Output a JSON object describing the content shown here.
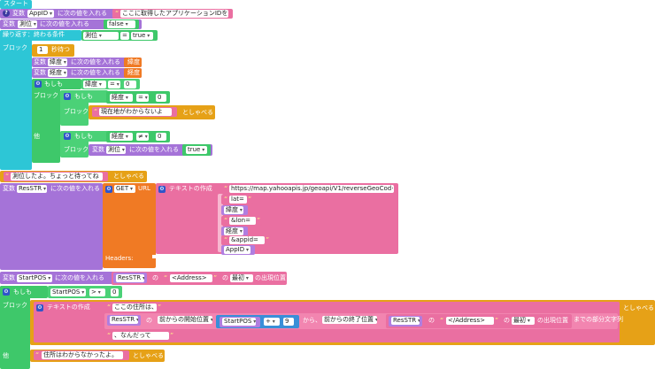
{
  "start": {
    "label": "スタート"
  },
  "setvar1": {
    "var_word": "変数",
    "var_name": "AppID",
    "suffix": "に次の値を入れる",
    "value": "ここに取得したアプリケーションIDを入力"
  },
  "setvar2": {
    "var_word": "変数",
    "var_name": "測位",
    "suffix": "に次の値を入れる",
    "value": "false"
  },
  "loop": {
    "label": "繰り返す：終わる条件",
    "lhs": "測位",
    "op": "=",
    "rhs": "true",
    "body_label": "ブロック"
  },
  "wait": {
    "value": "1",
    "label": "秒待つ"
  },
  "lat_set": {
    "var_word": "変数",
    "var_name": "緯度",
    "suffix": "に次の値を入れる",
    "value": "緯度"
  },
  "lon_set": {
    "var_word": "変数",
    "var_name": "経度",
    "suffix": "に次の値を入れる",
    "value": "経度"
  },
  "if1": {
    "if_label": "もしも",
    "cond_lhs": "緯度",
    "cond_op": "=",
    "cond_rhs": "0",
    "block_label": "ブロック",
    "else_label": "他"
  },
  "if1_inner": {
    "if_label": "もしも",
    "cond_lhs": "経度",
    "cond_op": "=",
    "cond_rhs": "0",
    "block_label": "ブロック",
    "say_text": "現在地がわからないよ",
    "say_suffix": "としゃべる"
  },
  "if1_else": {
    "if_label": "もしも",
    "cond_lhs": "経度",
    "cond_op": "≠",
    "cond_rhs": "0",
    "block_label": "ブロック",
    "var_word": "変数",
    "var_name": "測位",
    "suffix": "に次の値を入れる",
    "value": "true"
  },
  "say_wait": {
    "text": "測位したよ。ちょっと待ってね",
    "suffix": "としゃべる"
  },
  "resstr": {
    "var_word": "変数",
    "var_name": "ResSTR",
    "suffix": "に次の値を入れる",
    "method": "GET",
    "url_label": "URL",
    "text_label": "テキストの作成",
    "parts": [
      "https://map.yahooapis.jp/geoapi/V1/reverseGeoCod···",
      "lat=",
      "緯度",
      "&lon=",
      "経度",
      "&appid=",
      "AppID"
    ],
    "headers_label": "Headers:"
  },
  "startpos": {
    "var_word": "変数",
    "var_name": "StartPOS",
    "suffix": "に次の値を入れる",
    "src": "ResSTR",
    "no": "の",
    "search": "<Address>",
    "no2": "の",
    "which": "最初",
    "suffix2": "の出現位置"
  },
  "if2": {
    "if_label": "もしも",
    "cond_lhs": "StartPOS",
    "cond_op": ">",
    "cond_rhs": "0",
    "block_label": "ブロック",
    "else_label": "他"
  },
  "speech": {
    "text_label": "テキストの作成",
    "line1": "ここの住所は、",
    "src": "ResSTR",
    "no": "の",
    "from_label": "前からの開始位置",
    "pos_var": "StartPOS",
    "plus": "+",
    "offset": "9",
    "kara": "から、",
    "to_label": "前からの終了位置",
    "src2": "ResSTR",
    "no2": "の",
    "search2": "</Address>",
    "no3": "の",
    "which2": "最初",
    "suffix_pos": "の出現位置",
    "tail": "までの部分文字列",
    "line3": "、なんだって",
    "say_suffix": "としゃべる"
  },
  "else_say": {
    "text": "住所はわからなかったよ。",
    "suffix": "としゃべる"
  }
}
